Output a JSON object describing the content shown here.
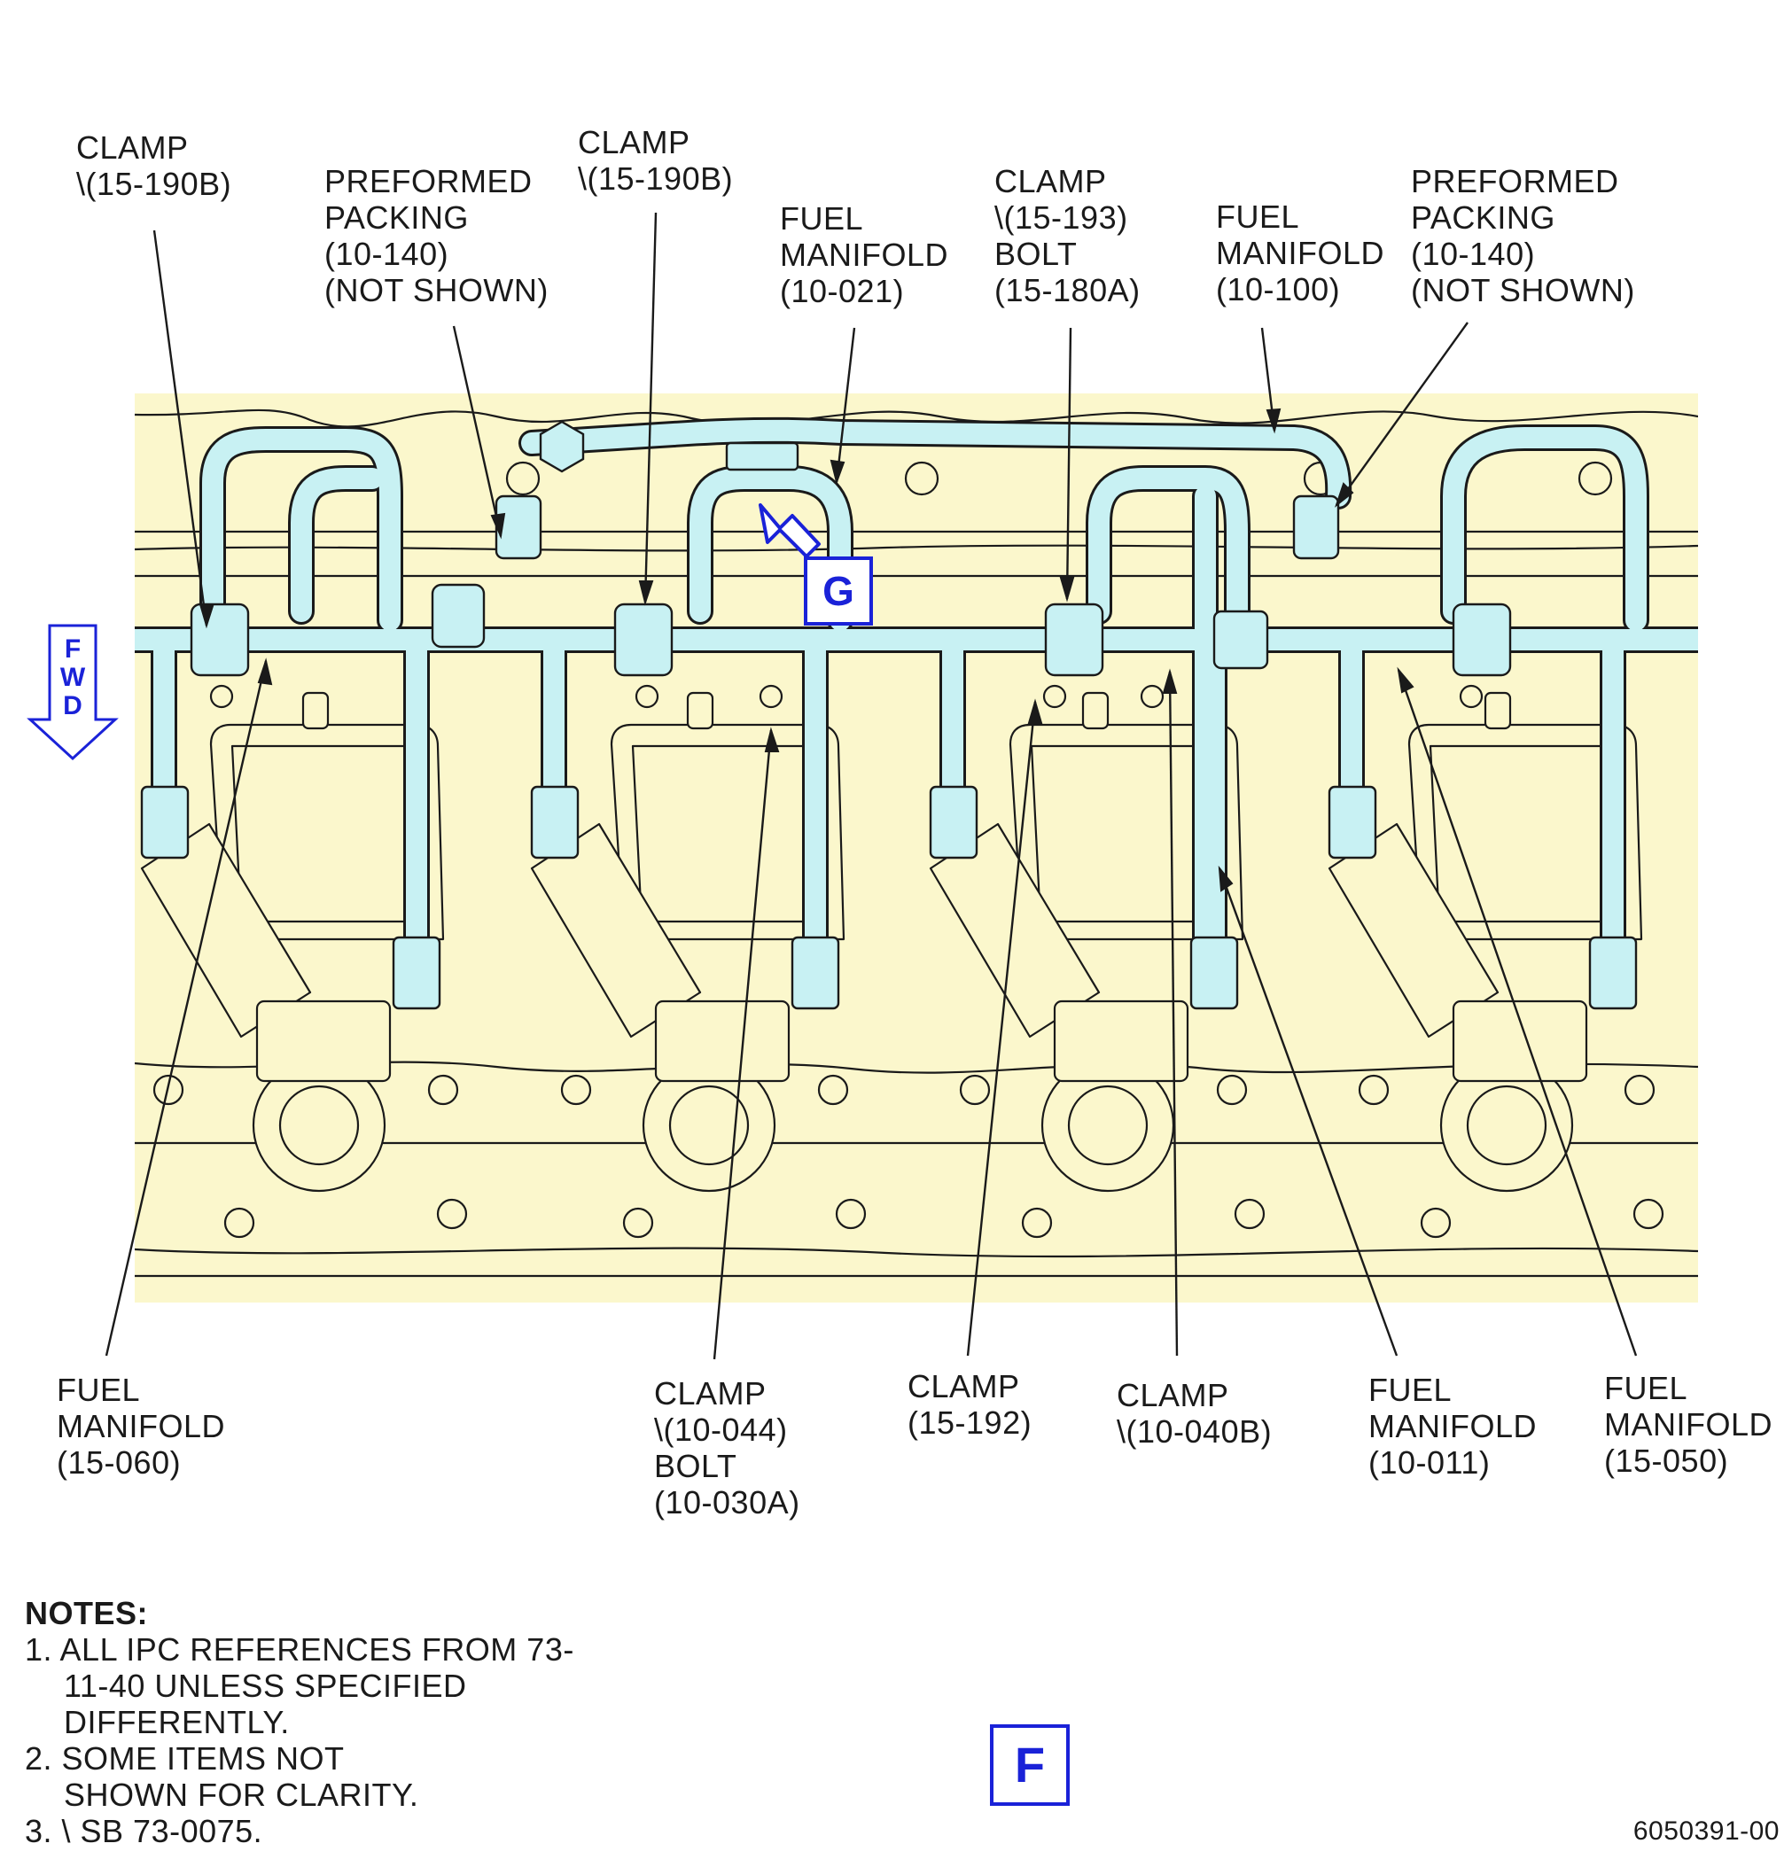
{
  "callouts": [
    {
      "id": "clamp-15-190b-left",
      "lines": [
        "CLAMP",
        "\\(15-190B)"
      ]
    },
    {
      "id": "preformed-packing-left",
      "lines": [
        "PREFORMED",
        "PACKING",
        "(10-140)",
        "(NOT SHOWN)"
      ]
    },
    {
      "id": "clamp-15-190b-center",
      "lines": [
        "CLAMP",
        "\\(15-190B)"
      ]
    },
    {
      "id": "fuel-manifold-10-021",
      "lines": [
        "FUEL",
        "MANIFOLD",
        "(10-021)"
      ]
    },
    {
      "id": "clamp-15-193",
      "lines": [
        "CLAMP",
        "\\(15-193)",
        "BOLT",
        "(15-180A)"
      ]
    },
    {
      "id": "fuel-manifold-10-100",
      "lines": [
        "FUEL",
        "MANIFOLD",
        "(10-100)"
      ]
    },
    {
      "id": "preformed-packing-right",
      "lines": [
        "PREFORMED",
        "PACKING",
        "(10-140)",
        "(NOT SHOWN)"
      ]
    },
    {
      "id": "fuel-manifold-15-060",
      "lines": [
        "FUEL",
        "MANIFOLD",
        "(15-060)"
      ]
    },
    {
      "id": "clamp-10-044",
      "lines": [
        "CLAMP",
        "\\(10-044)",
        "BOLT",
        "(10-030A)"
      ]
    },
    {
      "id": "clamp-15-192",
      "lines": [
        "CLAMP",
        "(15-192)"
      ]
    },
    {
      "id": "clamp-10-040b",
      "lines": [
        "CLAMP",
        "\\(10-040B)"
      ]
    },
    {
      "id": "fuel-manifold-10-011",
      "lines": [
        "FUEL",
        "MANIFOLD",
        "(10-011)"
      ]
    },
    {
      "id": "fuel-manifold-15-050",
      "lines": [
        "FUEL",
        "MANIFOLD",
        "(15-050)"
      ]
    }
  ],
  "notes": {
    "heading": "NOTES:",
    "items": [
      "1. ALL IPC REFERENCES FROM 73-11-40 UNLESS SPECIFIED DIFFERENTLY.",
      "2. SOME ITEMS NOT SHOWN FOR CLARITY.",
      "3. \\ SB 73-0075."
    ]
  },
  "view_markers": {
    "detail": "G",
    "view": "F"
  },
  "direction": {
    "letters": [
      "F",
      "W",
      "D"
    ]
  },
  "document_number": "6050391-00",
  "colors": {
    "engine_fill": "#fbf7cc",
    "manifold_fill": "#c8f1f3",
    "line": "#1a1a1a",
    "marker_blue": "#1a22d8"
  }
}
